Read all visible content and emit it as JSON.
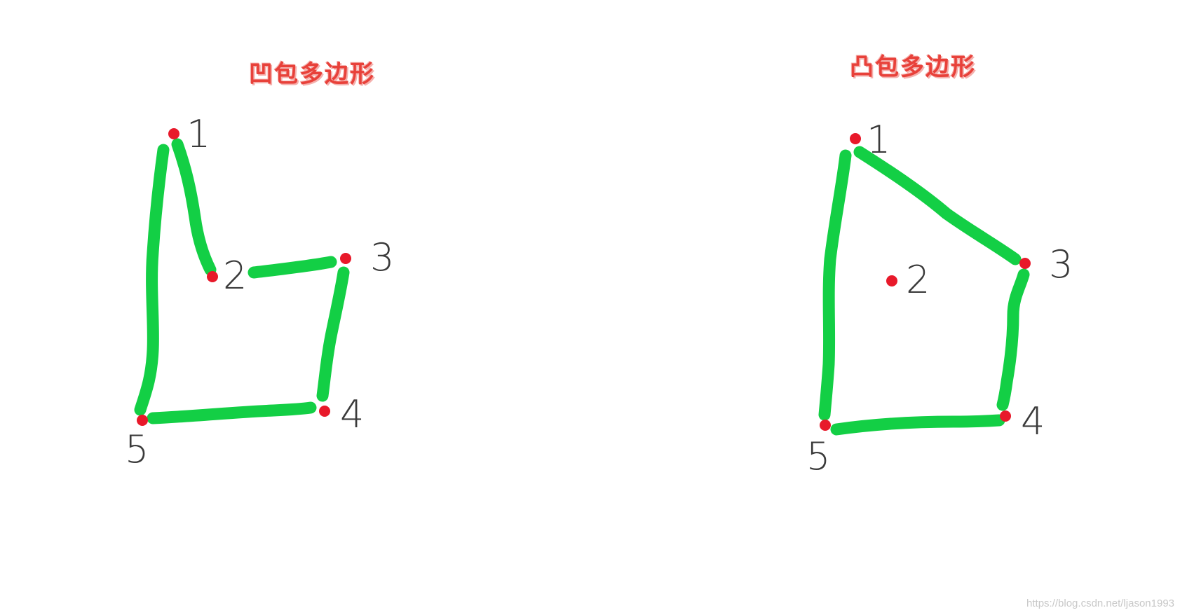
{
  "titles": {
    "concave": "凹包多边形",
    "convex": "凸包多边形"
  },
  "point_labels": [
    "1",
    "2",
    "3",
    "4",
    "5"
  ],
  "watermark": "https://blog.csdn.net/ljason1993",
  "colors": {
    "edge": "#13cf45",
    "point": "#e8192a",
    "title": "#e8413a",
    "label": "#3a3a3a"
  }
}
